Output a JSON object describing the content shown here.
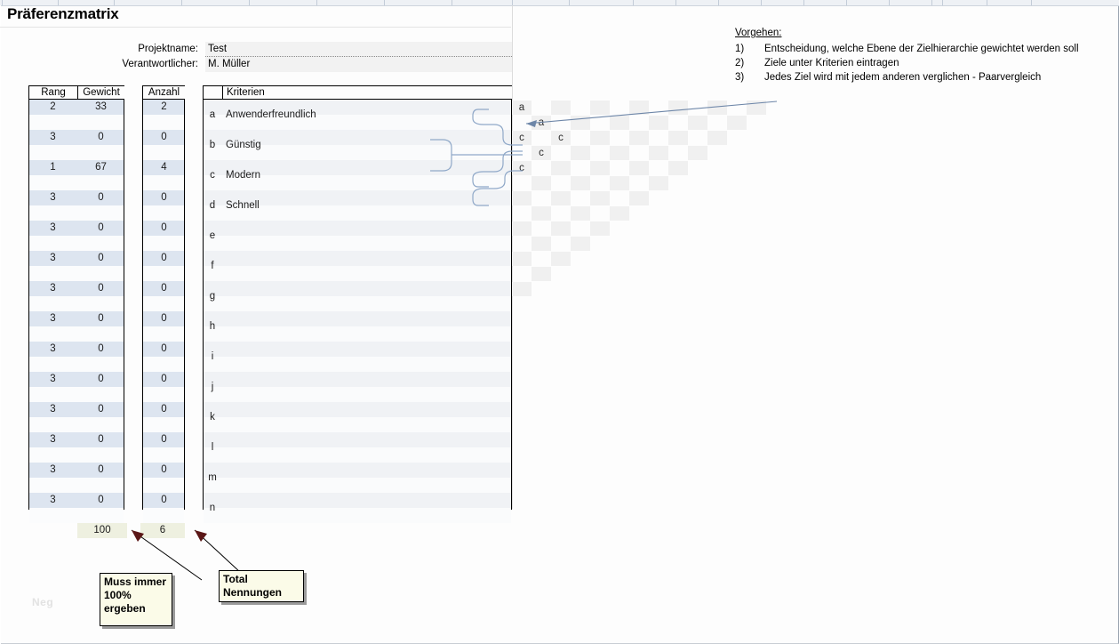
{
  "window": {
    "title": "Präferenzmatrix",
    "watermark": "Neg"
  },
  "meta": {
    "project_label": "Projektname:",
    "project_value": "Test",
    "owner_label": "Verantwortlicher:",
    "owner_value": "M. Müller"
  },
  "tables": {
    "rank": {
      "headers": [
        "Rang",
        "Gewicht"
      ],
      "rang": [
        "2",
        "3",
        "1",
        "3",
        "3",
        "3",
        "3",
        "3",
        "3",
        "3",
        "3",
        "3",
        "3",
        "3"
      ],
      "gewicht": [
        "33",
        "0",
        "67",
        "0",
        "0",
        "0",
        "0",
        "0",
        "0",
        "0",
        "0",
        "0",
        "0",
        "0"
      ]
    },
    "count": {
      "header": "Anzahl",
      "values": [
        "2",
        "0",
        "4",
        "0",
        "0",
        "0",
        "0",
        "0",
        "0",
        "0",
        "0",
        "0",
        "0",
        "0"
      ]
    },
    "criteria": {
      "header": "Kriterien",
      "letters": [
        "a",
        "b",
        "c",
        "d",
        "e",
        "f",
        "g",
        "h",
        "i",
        "j",
        "k",
        "l",
        "m",
        "n"
      ],
      "names": [
        "Anwenderfreundlich",
        "Günstig",
        "Modern",
        "Schnell",
        "",
        "",
        "",
        "",
        "",
        "",
        "",
        "",
        "",
        ""
      ]
    }
  },
  "matrix": {
    "comparisons": [
      {
        "row": 0,
        "col": 0,
        "value": "a"
      },
      {
        "row": 1,
        "col": 1,
        "value": "a"
      },
      {
        "row": 2,
        "col": 0,
        "value": "c"
      },
      {
        "row": 2,
        "col": 2,
        "value": "c"
      },
      {
        "row": 3,
        "col": 1,
        "value": "c"
      },
      {
        "row": 4,
        "col": 0,
        "value": "c"
      }
    ]
  },
  "vorgehen": {
    "heading": "Vorgehen:",
    "steps": [
      {
        "num": "1)",
        "text": "Entscheidung, welche Ebene der Zielhierarchie gewichtet werden soll"
      },
      {
        "num": "2)",
        "text": "Ziele unter Kriterien eintragen"
      },
      {
        "num": "3)",
        "text": "Jedes Ziel wird mit jedem anderen verglichen - Paarvergleich"
      }
    ]
  },
  "totals": {
    "weight_sum": "100",
    "count_sum": "6"
  },
  "callouts": {
    "weight_note": "Muss immer 100% ergeben",
    "weight_note_lines": [
      "Muss immer",
      "100%",
      "ergeben"
    ],
    "count_note_lines": [
      "Total",
      "Nennungen"
    ]
  },
  "colors": {
    "band_blue": "#dde5f0",
    "band_white": "#fbfcfd",
    "callout_bg": "#fbfbe8",
    "total_bg": "#eef0e0",
    "bracket": "#8fa8c8",
    "arrow_head": "#6b1d1d"
  }
}
